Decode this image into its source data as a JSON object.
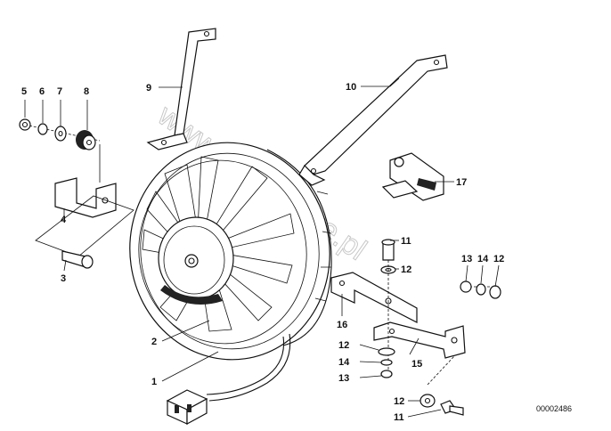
{
  "diagram": {
    "watermark": "www.BMWstore.pl",
    "part_number": "00002486",
    "callouts": [
      {
        "id": "c1",
        "label": "1"
      },
      {
        "id": "c2",
        "label": "2"
      },
      {
        "id": "c3",
        "label": "3"
      },
      {
        "id": "c4",
        "label": "4"
      },
      {
        "id": "c5",
        "label": "5"
      },
      {
        "id": "c6",
        "label": "6"
      },
      {
        "id": "c7",
        "label": "7"
      },
      {
        "id": "c8",
        "label": "8"
      },
      {
        "id": "c9",
        "label": "9"
      },
      {
        "id": "c10",
        "label": "10"
      },
      {
        "id": "c11a",
        "label": "11"
      },
      {
        "id": "c11b",
        "label": "11"
      },
      {
        "id": "c12a",
        "label": "12"
      },
      {
        "id": "c12b",
        "label": "12"
      },
      {
        "id": "c12c",
        "label": "12"
      },
      {
        "id": "c12d",
        "label": "12"
      },
      {
        "id": "c13a",
        "label": "13"
      },
      {
        "id": "c13b",
        "label": "13"
      },
      {
        "id": "c14a",
        "label": "14"
      },
      {
        "id": "c14b",
        "label": "14"
      },
      {
        "id": "c15",
        "label": "15"
      },
      {
        "id": "c16",
        "label": "16"
      },
      {
        "id": "c17",
        "label": "17"
      }
    ]
  }
}
